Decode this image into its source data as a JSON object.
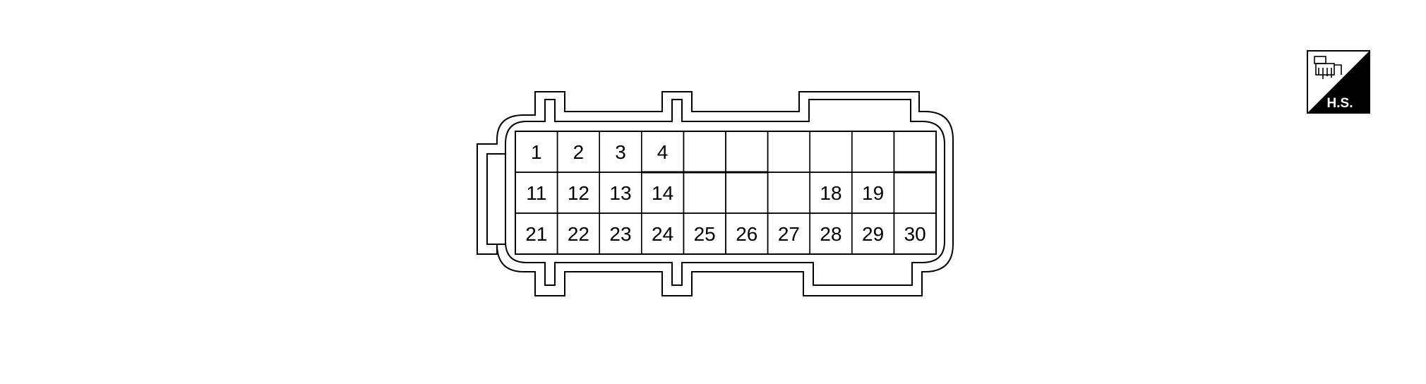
{
  "connector": {
    "rows": [
      [
        "1",
        "2",
        "3",
        "4",
        "",
        "",
        "",
        "",
        "",
        ""
      ],
      [
        "11",
        "12",
        "13",
        "14",
        "",
        "",
        "",
        "18",
        "19",
        ""
      ],
      [
        "21",
        "22",
        "23",
        "24",
        "25",
        "26",
        "27",
        "28",
        "29",
        "30"
      ]
    ]
  },
  "badge": {
    "label": "H.S.",
    "icon": "harness-side-connector-icon"
  },
  "colors": {
    "line": "#000000",
    "background": "#ffffff"
  }
}
